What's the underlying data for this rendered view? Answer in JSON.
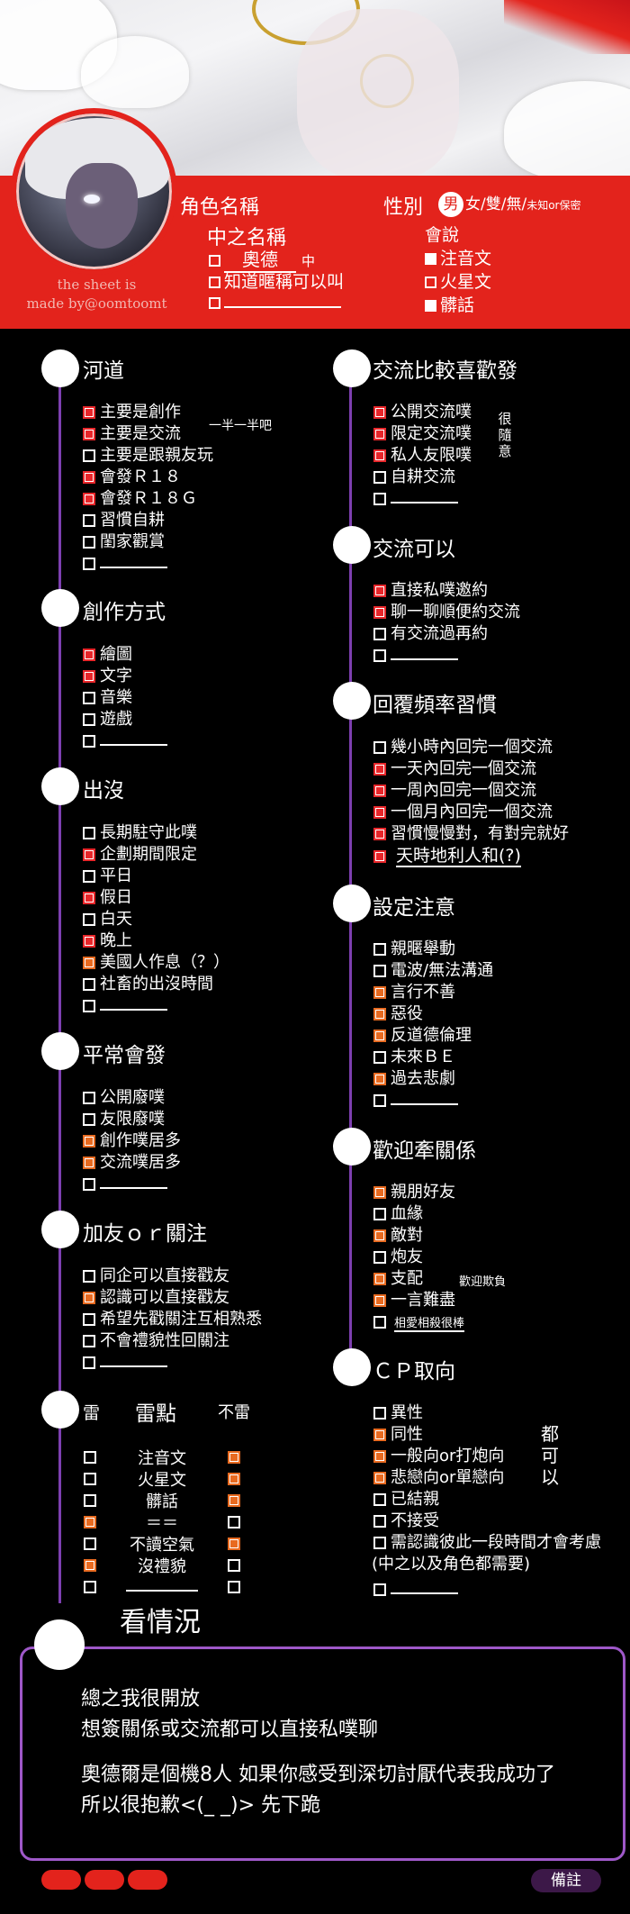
{
  "header": {
    "credit_line1": "the sheet is",
    "credit_line2": "made by@oomtoomt",
    "char_name_label": "角色名稱",
    "nakanohito_label": "中之名稱",
    "nakanohito_value": "奧德",
    "nakanohito_suffix": "中",
    "nickname_ok": "知道暱稱可以叫",
    "gender_label": "性別",
    "gender_selected": "男",
    "gender_options": "女/雙/無/",
    "gender_unknown": "未知or保密",
    "language_label": "會說",
    "languages": [
      "注音文",
      "火星文",
      "髒話"
    ]
  },
  "left": {
    "s1": {
      "title": "河道",
      "items": [
        "主要是創作",
        "主要是交流",
        "主要是跟親友玩",
        "會發Ｒ１８",
        "會發Ｒ１８Ｇ",
        "習慣自耕",
        "閨家觀賞"
      ],
      "note": "一半一半吧"
    },
    "s2": {
      "title": "創作方式",
      "items": [
        "繪圖",
        "文字",
        "音樂",
        "遊戲"
      ]
    },
    "s3": {
      "title": "出沒",
      "items": [
        "長期駐守此噗",
        "企劃期間限定",
        "平日",
        "假日",
        "白天",
        "晚上",
        "美國人作息（？）",
        "社畜的出沒時間"
      ]
    },
    "s4": {
      "title": "平常會發",
      "items": [
        "公開廢噗",
        "友限廢噗",
        "創作噗居多",
        "交流噗居多"
      ]
    },
    "s5": {
      "title": "加友ｏｒ關注",
      "items": [
        "同企可以直接戳友",
        "認識可以直接戳友",
        "希望先戳關注互相熟悉",
        "不會禮貌性回關注"
      ]
    },
    "s6": {
      "title_left": "雷",
      "title_mid": "雷點",
      "title_right": "不雷",
      "rows": [
        "注音文",
        "火星文",
        "髒話",
        "＝＝",
        "不讀空氣",
        "沒禮貌"
      ]
    }
  },
  "right": {
    "s1": {
      "title": "交流比較喜歡發",
      "items": [
        "公開交流噗",
        "限定交流噗",
        "私人友限噗",
        "自耕交流"
      ],
      "note": "很隨意"
    },
    "s2": {
      "title": "交流可以",
      "items": [
        "直接私噗邀約",
        "聊一聊順便約交流",
        "有交流過再約"
      ]
    },
    "s3": {
      "title": "回覆頻率習慣",
      "items": [
        "幾小時內回完一個交流",
        "一天內回完一個交流",
        "一周內回完一個交流",
        "一個月內回完一個交流",
        "習慣慢慢對，有對完就好",
        "天時地利人和(?)"
      ]
    },
    "s4": {
      "title": "設定注意",
      "items": [
        "親暱舉動",
        "電波/無法溝通",
        "言行不善",
        "惡役",
        "反道德倫理",
        "未來ＢＥ",
        "過去悲劇"
      ]
    },
    "s5": {
      "title": "歡迎牽關係",
      "items": [
        "親朋好友",
        "血緣",
        "敵對",
        "炮友",
        "支配",
        "一言難盡",
        "相愛相殺很棒"
      ],
      "note": "歡迎欺負"
    },
    "s6": {
      "title": "ＣＰ取向",
      "items": [
        "異性",
        "同性",
        "一般向or打炮向",
        "悲戀向or單戀向",
        "已結親",
        "不接受",
        "需認識彼此一段時間才會考慮",
        "(中之以及角色都需要)"
      ],
      "note": "都可以"
    }
  },
  "footer": {
    "title": "看情況",
    "line1": "總之我很開放",
    "line2": "想簽關係或交流都可以直接私噗聊",
    "line3": "奧德爾是個機8人 如果你感受到深切討厭代表我成功了",
    "line4": "所以很抱歉<(_ _)> 先下跪",
    "memo_label": "備註"
  },
  "colors": {
    "red": "#e3231c",
    "purple": "#9e58c8",
    "check_red": "#e8262a",
    "check_orange": "#e86a20"
  }
}
